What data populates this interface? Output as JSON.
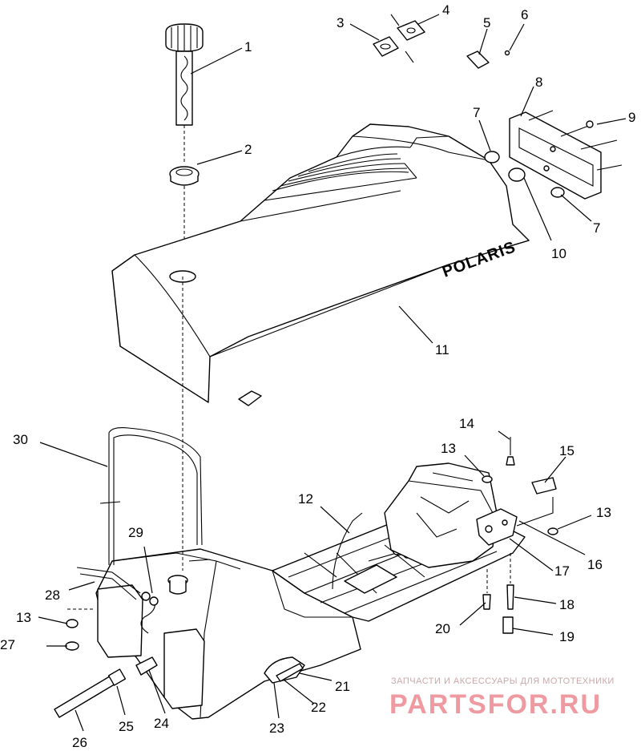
{
  "diagram": {
    "brand_logo": "POLARIS",
    "callouts": [
      "1",
      "2",
      "3",
      "4",
      "5",
      "6",
      "7",
      "8",
      "9",
      "7",
      "10",
      "11",
      "12",
      "13",
      "14",
      "15",
      "13",
      "16",
      "17",
      "18",
      "19",
      "20",
      "21",
      "22",
      "23",
      "24",
      "25",
      "26",
      "27",
      "13",
      "28",
      "29",
      "30"
    ]
  },
  "watermark": {
    "tagline": "ЗАПЧАСТИ И АКСЕССУАРЫ ДЛЯ МОТОТЕХНИКИ",
    "site": "PARTSFOR.RU"
  }
}
